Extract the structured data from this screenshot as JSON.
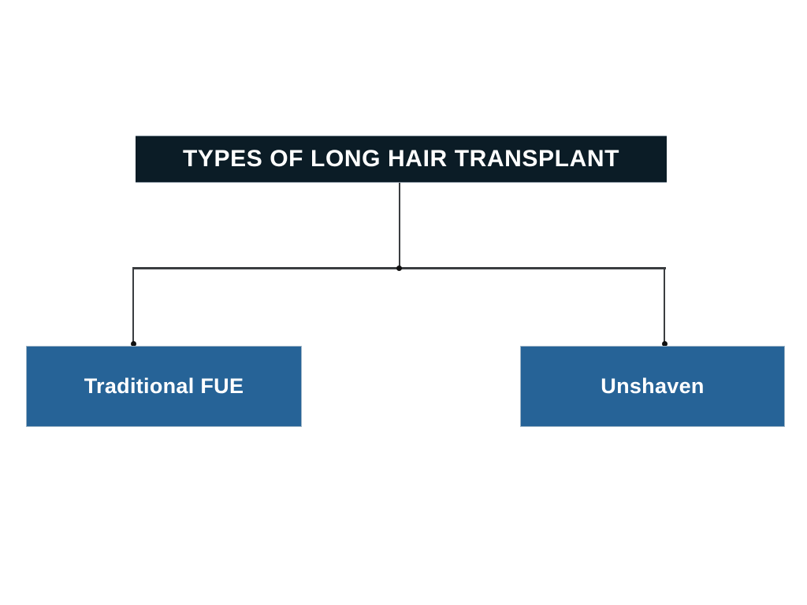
{
  "diagram": {
    "title": "TYPES OF LONG HAIR TRANSPLANT",
    "nodes": [
      {
        "id": "traditional-fue",
        "label": "Traditional FUE"
      },
      {
        "id": "unshaven",
        "label": "Unshaven"
      }
    ],
    "colors": {
      "background": "#ffffff",
      "title_box_bg": "#0b1c26",
      "node_box_bg": "#266397",
      "connector_line": "#3a3d40",
      "connector_dot": "#111111",
      "text": "#ffffff"
    }
  }
}
